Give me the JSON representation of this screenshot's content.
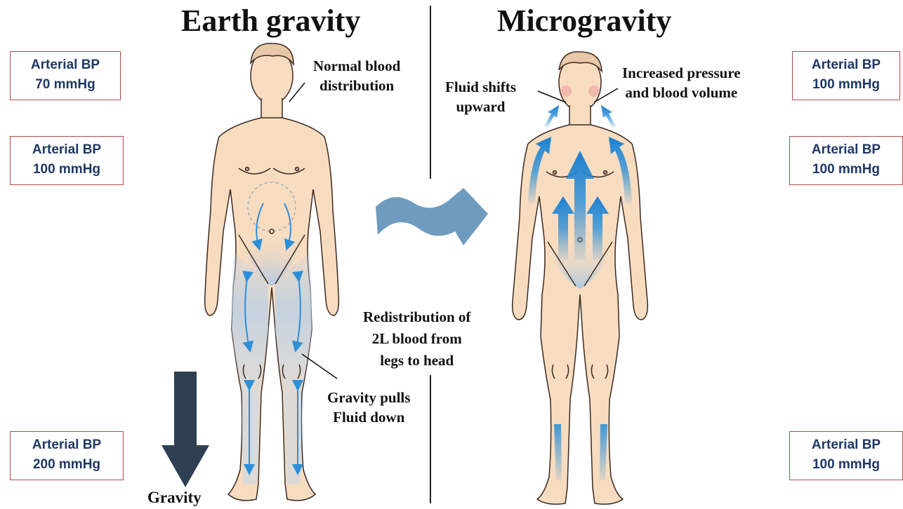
{
  "left_panel": {
    "title": "Earth gravity",
    "bp_boxes": [
      {
        "label": "Arterial BP",
        "value": "70 mmHg"
      },
      {
        "label": "Arterial BP",
        "value": "100 mmHg"
      },
      {
        "label": "Arterial BP",
        "value": "200 mmHg"
      }
    ],
    "notes": {
      "normal_line1": "Normal blood",
      "normal_line2": "distribution",
      "pull_line1": "Gravity pulls",
      "pull_line2": "Fluid down",
      "gravity_label": "Gravity"
    }
  },
  "right_panel": {
    "title": "Microgravity",
    "bp_boxes": [
      {
        "label": "Arterial BP",
        "value": "100 mmHg"
      },
      {
        "label": "Arterial BP",
        "value": "100 mmHg"
      },
      {
        "label": "Arterial BP",
        "value": "100 mmHg"
      }
    ],
    "notes": {
      "shift_line1": "Fluid shifts",
      "shift_line2": "upward",
      "pressure_line1": "Increased pressure",
      "pressure_line2": "and blood volume"
    }
  },
  "center": {
    "redistribution_line1": "Redistribution of",
    "redistribution_line2": "2L blood from",
    "redistribution_line3": "legs to head"
  },
  "colors": {
    "skin": "#f7dcc0",
    "outline": "#3a2a20",
    "blood_arrow": "#2d8fd8",
    "box_border": "#b44a4a",
    "box_text": "#1f3864",
    "gravity_arrow": "#2e3f52",
    "transition_arrow": "#6f9bbf"
  }
}
